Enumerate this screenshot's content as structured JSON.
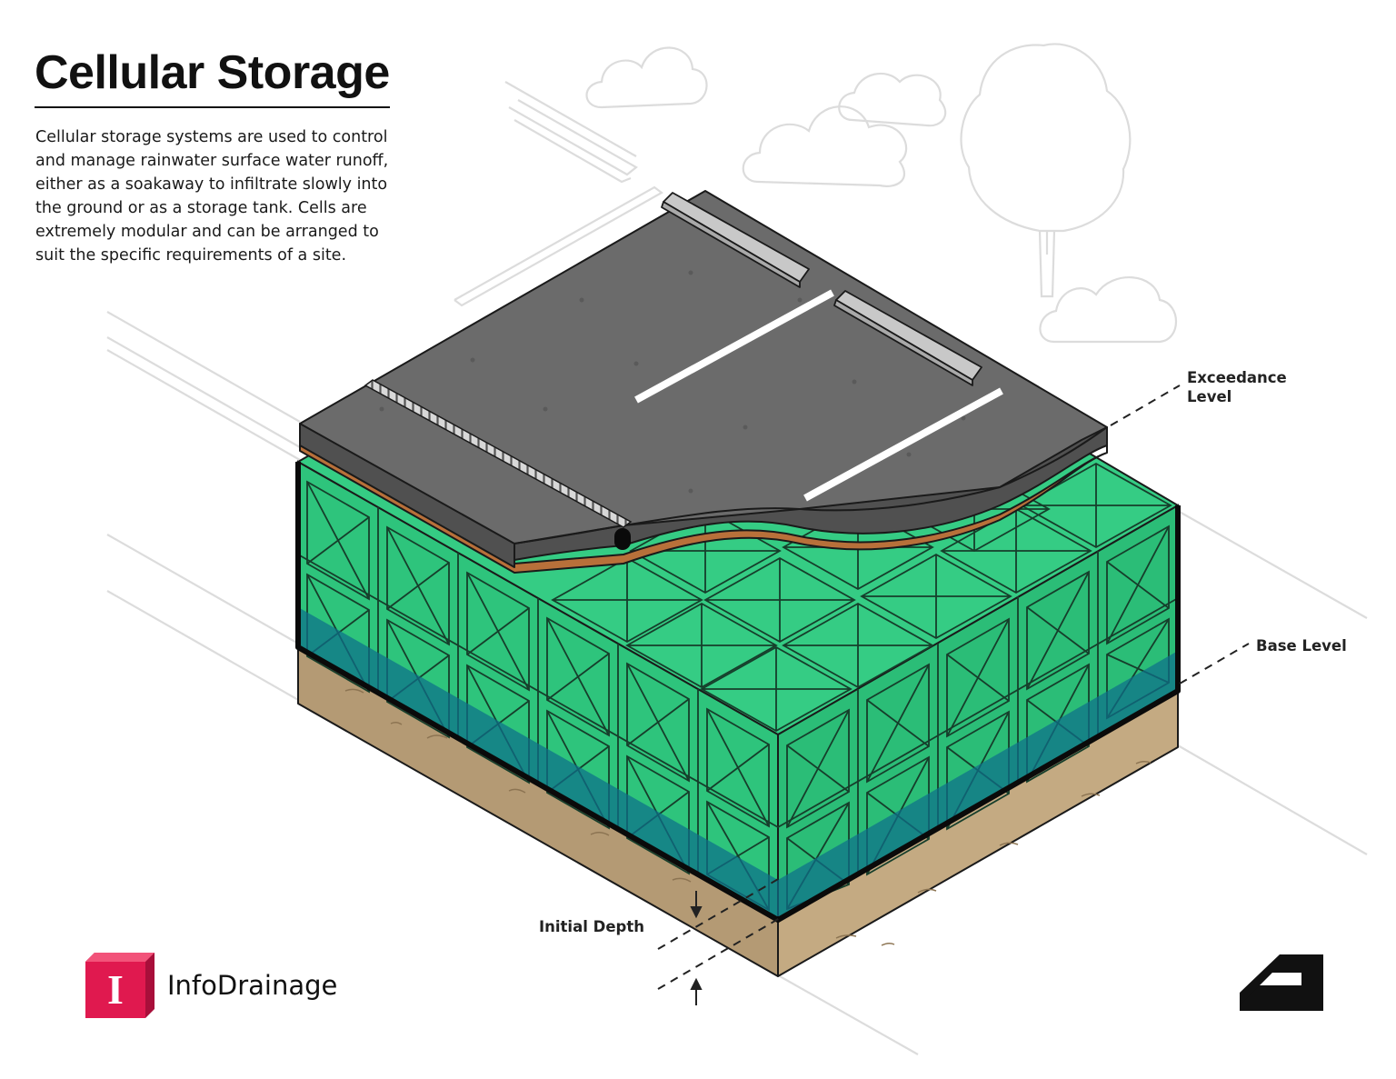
{
  "header": {
    "title": "Cellular Storage",
    "description": "Cellular storage systems are used to control and manage rainwater surface water runoff, either as a soakaway to infiltrate slowly into the ground or as a storage tank. Cells are extremely modular and can be arranged to suit the specific requirements of a site."
  },
  "labels": {
    "exceedance": [
      "Exceedance",
      "Level"
    ],
    "base_level": "Base Level",
    "initial_depth": "Initial Depth"
  },
  "brand": {
    "logo_letter": "I",
    "name": "InfoDrainage"
  },
  "colors": {
    "cell": "#2ec47c",
    "cell_dark": "#1fa566",
    "water": "#0e6f8a",
    "road": "#6b6b6b",
    "road_edge": "#505050",
    "soil": "#b49a74",
    "membrane": "#b8703a",
    "brand": "#e0194f"
  }
}
